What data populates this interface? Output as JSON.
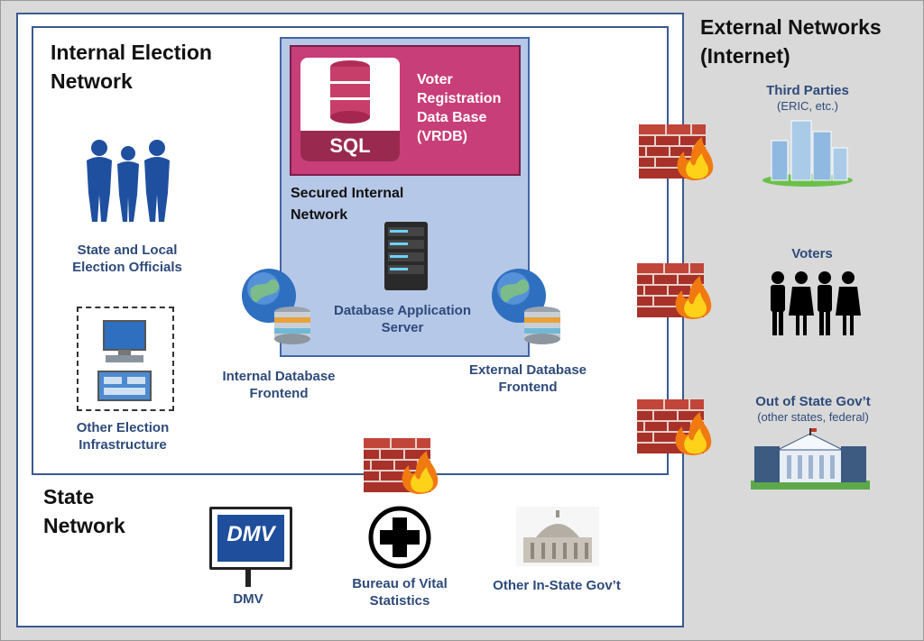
{
  "titles": {
    "internal_network": "Internal Election Network",
    "external_networks": "External Networks (Internet)",
    "state_network": "State Network",
    "secured_network": "Secured Internal Network"
  },
  "vrdb": {
    "label": "Voter Registration Data Base (VRDB)",
    "logo_text": "SQL"
  },
  "internal_nodes": {
    "officials": "State and Local Election Officials",
    "infrastructure": "Other Election Infrastructure",
    "app_server": "Database Application Server",
    "internal_frontend": "Internal Database Frontend",
    "external_frontend": "External Database Frontend"
  },
  "external_nodes": {
    "third_parties": "Third Parties",
    "third_parties_sub": "(ERIC, etc.)",
    "voters": "Voters",
    "out_of_state": "Out of State Gov’t",
    "out_of_state_sub": "(other states, federal)"
  },
  "state_nodes": {
    "dmv": "DMV",
    "dmv_sign": "DMV",
    "vital_stats": "Bureau of Vital Statistics",
    "other_gov": "Other In-State Gov’t"
  },
  "colors": {
    "label_blue": "#2e4a7a",
    "border_blue": "#3b5a90",
    "secured_fill": "#b6c8e8",
    "vrdb_fill": "#c83e78",
    "firewall_brick": "#a8312a"
  }
}
